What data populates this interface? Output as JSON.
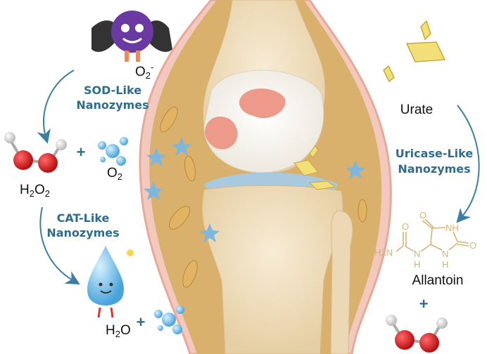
{
  "colors": {
    "enzyme_text": "#2f6d8d",
    "arrow": "#3a7fa1",
    "plus": "#2f6d8d",
    "allantoin": "#d6b277",
    "oxygen_atom": "#d8191c",
    "hydrogen_atom": "#dcdcdc"
  },
  "left": {
    "superoxide": {
      "base": "O",
      "sub": "2",
      "sup": "-"
    },
    "sod": {
      "line1": "SOD-Like",
      "line2": "Nanozymes"
    },
    "h2o2": {
      "p1": "H",
      "s1": "2",
      "p2": "O",
      "s2": "2"
    },
    "o2": {
      "base": "O",
      "sub": "2"
    },
    "plus": "+",
    "cat": {
      "line1": "CAT-Like",
      "line2": "Nanozymes"
    },
    "h2o": {
      "p1": "H",
      "s1": "2",
      "p2": "O"
    },
    "plus2": "+"
  },
  "right": {
    "urate": "Urate",
    "uricase": {
      "line1": "Uricase-Like",
      "line2": "Nanozymes"
    },
    "allantoin_structure": {
      "o_top_left": "O",
      "o_top_ring": "O",
      "nh_ring": "NH",
      "o_right": "O",
      "h2n": "H2N",
      "n1": "N",
      "h1": "H",
      "n2": "N",
      "h2": "H"
    },
    "allantoin": "Allantoin",
    "plus": "+"
  }
}
